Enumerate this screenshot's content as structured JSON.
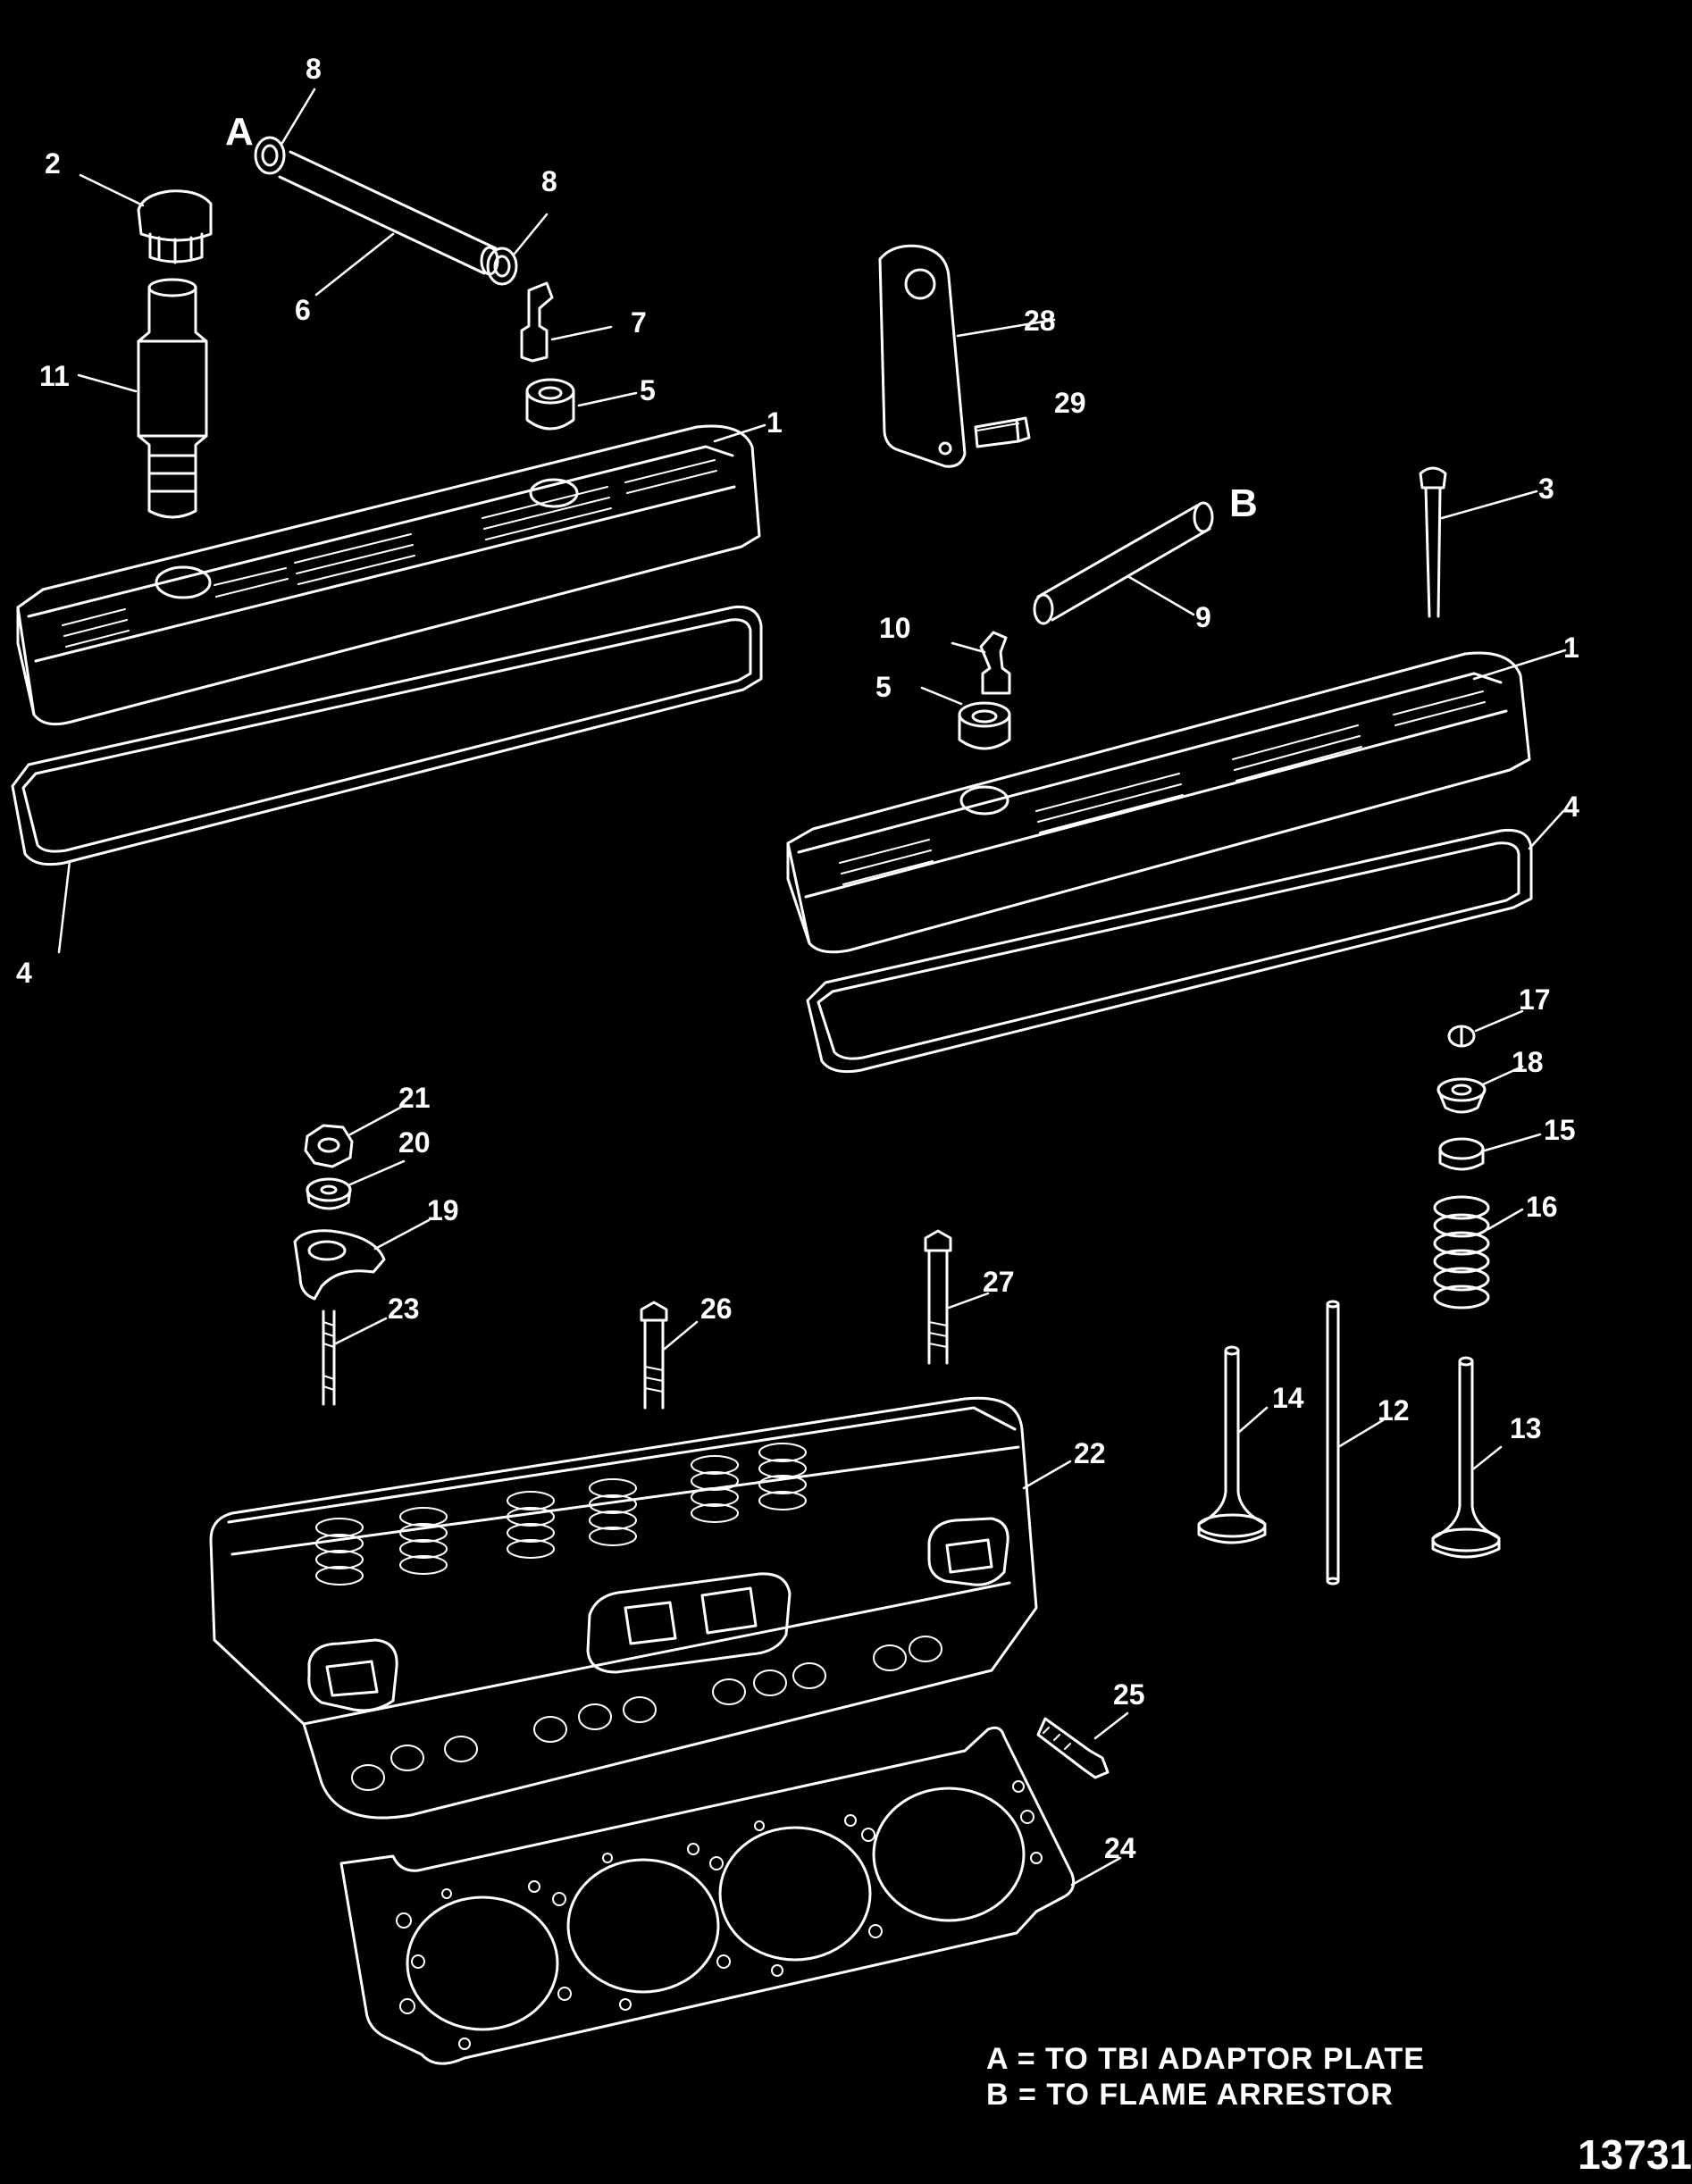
{
  "callouts": [
    {
      "id": "c-8a",
      "text": "8"
    },
    {
      "id": "c-A",
      "text": "A"
    },
    {
      "id": "c-2",
      "text": "2"
    },
    {
      "id": "c-8b",
      "text": "8"
    },
    {
      "id": "c-6",
      "text": "6"
    },
    {
      "id": "c-7",
      "text": "7"
    },
    {
      "id": "c-11",
      "text": "11"
    },
    {
      "id": "c-5a",
      "text": "5"
    },
    {
      "id": "c-1a",
      "text": "1"
    },
    {
      "id": "c-4a",
      "text": "4"
    },
    {
      "id": "c-28",
      "text": "28"
    },
    {
      "id": "c-29",
      "text": "29"
    },
    {
      "id": "c-B",
      "text": "B"
    },
    {
      "id": "c-3",
      "text": "3"
    },
    {
      "id": "c-9",
      "text": "9"
    },
    {
      "id": "c-10",
      "text": "10"
    },
    {
      "id": "c-5b",
      "text": "5"
    },
    {
      "id": "c-1b",
      "text": "1"
    },
    {
      "id": "c-4b",
      "text": "4"
    },
    {
      "id": "c-17",
      "text": "17"
    },
    {
      "id": "c-18",
      "text": "18"
    },
    {
      "id": "c-15",
      "text": "15"
    },
    {
      "id": "c-16",
      "text": "16"
    },
    {
      "id": "c-21",
      "text": "21"
    },
    {
      "id": "c-20",
      "text": "20"
    },
    {
      "id": "c-19",
      "text": "19"
    },
    {
      "id": "c-23",
      "text": "23"
    },
    {
      "id": "c-26",
      "text": "26"
    },
    {
      "id": "c-27",
      "text": "27"
    },
    {
      "id": "c-14",
      "text": "14"
    },
    {
      "id": "c-12",
      "text": "12"
    },
    {
      "id": "c-13",
      "text": "13"
    },
    {
      "id": "c-22",
      "text": "22"
    },
    {
      "id": "c-25",
      "text": "25"
    },
    {
      "id": "c-24",
      "text": "24"
    }
  ],
  "legend": {
    "line_a": "A = TO TBI ADAPTOR PLATE",
    "line_b": "B = TO FLAME ARRESTOR"
  },
  "figure_number": "13731",
  "colors": {
    "background": "#000000",
    "ink": "#ffffff"
  }
}
